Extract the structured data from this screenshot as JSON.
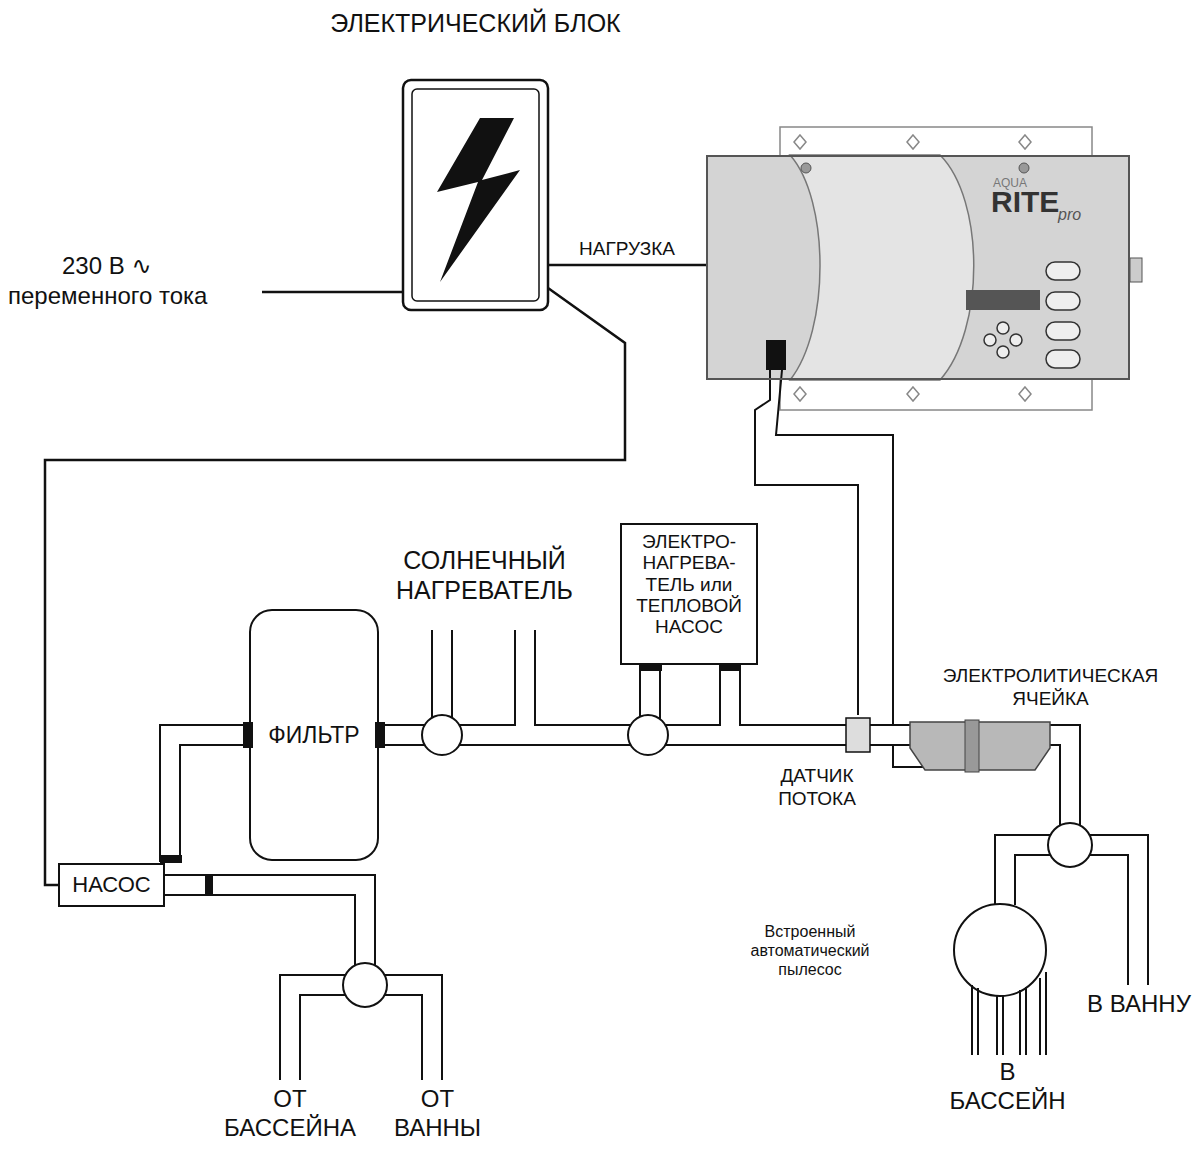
{
  "diagram": {
    "nodes": [
      {
        "text": [
          "ЭЛЕКТРИЧЕСКИЙ БЛОК"
        ]
      },
      {
        "text": [
          "AQUA",
          "RITE",
          "pro"
        ]
      },
      {
        "text": [
          "ЭЛЕКТРО- НАГРЕВА- ТЕЛЬ или ТЕПЛОВОЙ НАСОС"
        ]
      },
      {
        "text": [
          "ФИЛЬТР"
        ]
      },
      {
        "text": [
          "НАСОС"
        ]
      }
    ],
    "edges": [
      {
        "from": 0,
        "to": 1,
        "label": "НАГРУЗКА",
        "arrow": "none"
      },
      {
        "from": 0,
        "to": 4,
        "arrow": "none"
      }
    ],
    "labels": [
      "230 В ∿",
      "переменного тока",
      "СОЛНЕЧНЫЙ НАГРЕВАТЕЛЬ",
      "ДАТЧИК ПОТОКА",
      "ЭЛЕКТРОЛИТИЧЕСКАЯ ЯЧЕЙКА",
      "Встроенный автоматический пылесос",
      "В БАССЕЙН",
      "В ВАННУ",
      "ОТ БАССЕЙНА",
      "ОТ ВАННЫ"
    ]
  }
}
